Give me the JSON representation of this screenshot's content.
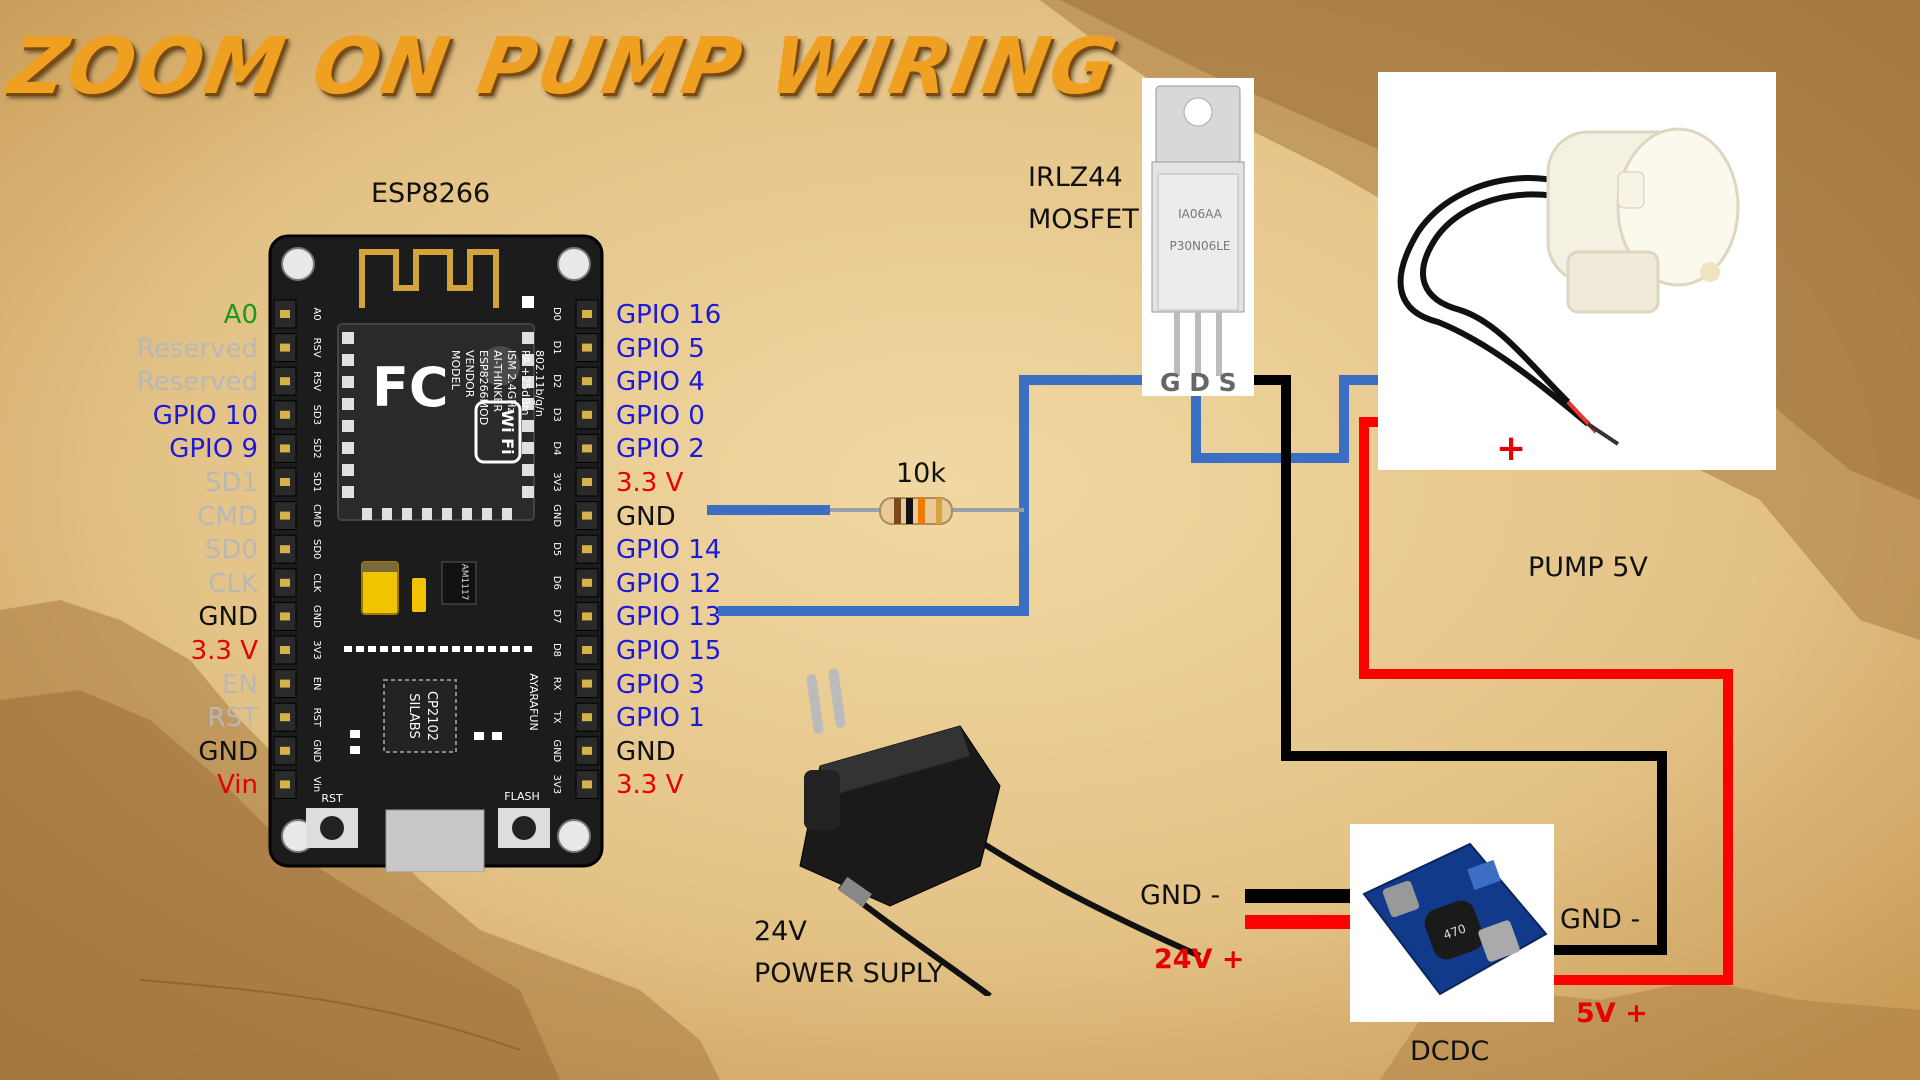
{
  "title": "ZOOM ON PUMP WIRING",
  "colors": {
    "blue_wire": "#3a6fc4",
    "black_wire": "#000000",
    "red_wire": "#ff0000",
    "map_background": "#e6c88e",
    "title_orange": "#f0a020",
    "pin_blue": "#1a1ad8",
    "pin_red": "#e60000",
    "pin_green": "#1a9a1a",
    "pin_grey": "#b8b8b8"
  },
  "esp": {
    "title": "ESP8266",
    "left_pins": [
      {
        "label": "A0",
        "color": "#1a9a1a"
      },
      {
        "label": "Reserved",
        "color": "#b8b8b8"
      },
      {
        "label": "Reserved",
        "color": "#b8b8b8"
      },
      {
        "label": "GPIO 10",
        "color": "#1a1ad8"
      },
      {
        "label": "GPIO 9",
        "color": "#1a1ad8"
      },
      {
        "label": "SD1",
        "color": "#b8b8b8"
      },
      {
        "label": "CMD",
        "color": "#b8b8b8"
      },
      {
        "label": "SD0",
        "color": "#b8b8b8"
      },
      {
        "label": "CLK",
        "color": "#b8b8b8"
      },
      {
        "label": "GND",
        "color": "#111111"
      },
      {
        "label": "3.3 V",
        "color": "#e60000"
      },
      {
        "label": "EN",
        "color": "#b8b8b8"
      },
      {
        "label": "RST",
        "color": "#b8b8b8"
      },
      {
        "label": "GND",
        "color": "#111111"
      },
      {
        "label": "Vin",
        "color": "#e60000"
      }
    ],
    "right_pins": [
      {
        "label": "GPIO 16",
        "color": "#1a1ad8"
      },
      {
        "label": "GPIO 5",
        "color": "#1a1ad8"
      },
      {
        "label": "GPIO 4",
        "color": "#1a1ad8"
      },
      {
        "label": "GPIO 0",
        "color": "#1a1ad8"
      },
      {
        "label": "GPIO 2",
        "color": "#1a1ad8"
      },
      {
        "label": "3.3 V",
        "color": "#e60000"
      },
      {
        "label": "GND",
        "color": "#111111"
      },
      {
        "label": "GPIO 14",
        "color": "#1a1ad8"
      },
      {
        "label": "GPIO 12",
        "color": "#1a1ad8"
      },
      {
        "label": "GPIO 13",
        "color": "#1a1ad8"
      },
      {
        "label": "GPIO 15",
        "color": "#1a1ad8"
      },
      {
        "label": "GPIO 3",
        "color": "#1a1ad8"
      },
      {
        "label": "GPIO 1",
        "color": "#1a1ad8"
      },
      {
        "label": "GND",
        "color": "#111111"
      },
      {
        "label": "3.3 V",
        "color": "#e60000"
      }
    ],
    "board_left_silk": [
      "A0",
      "RSV",
      "RSV",
      "SD3",
      "SD2",
      "SD1",
      "CMD",
      "SD0",
      "CLK",
      "GND",
      "3V3",
      "EN",
      "RST",
      "GND",
      "Vin"
    ],
    "board_right_silk": [
      "D0",
      "D1",
      "D2",
      "D3",
      "D4",
      "3V3",
      "GND",
      "D5",
      "D6",
      "D7",
      "D8",
      "RX",
      "TX",
      "GND",
      "3V3"
    ],
    "module_text": [
      "MODEL",
      "VENDOR",
      "ESP8266MOD",
      "AI-THINKER",
      "ISM 2.4GHz",
      "PA +25dBm",
      "802.11b/g/n"
    ],
    "fc_mark": "FC",
    "wifi_mark": "Wi Fi",
    "regulator_text": "AM1117",
    "usb_chip_text": [
      "SILABS",
      "CP2102"
    ],
    "brand_text": "AYARAFUN",
    "rst_label": "RST",
    "flash_label": "FLASH"
  },
  "resistor": {
    "label": "10k"
  },
  "mosfet": {
    "name_line1": "IRLZ44",
    "name_line2": "MOSFET",
    "pin_labels": "G D S",
    "chip_text": [
      "IA06AA",
      "P30N06LE"
    ]
  },
  "pump": {
    "label": "PUMP 5V",
    "plus_mark": "+"
  },
  "power_supply": {
    "line1": "24V",
    "line2": "POWER SUPLY"
  },
  "dcdc": {
    "label": "DCDC",
    "in_gnd": "GND -",
    "in_v": "24V +",
    "out_gnd": "GND -",
    "out_v": "5V +",
    "inductor_text": "470"
  }
}
